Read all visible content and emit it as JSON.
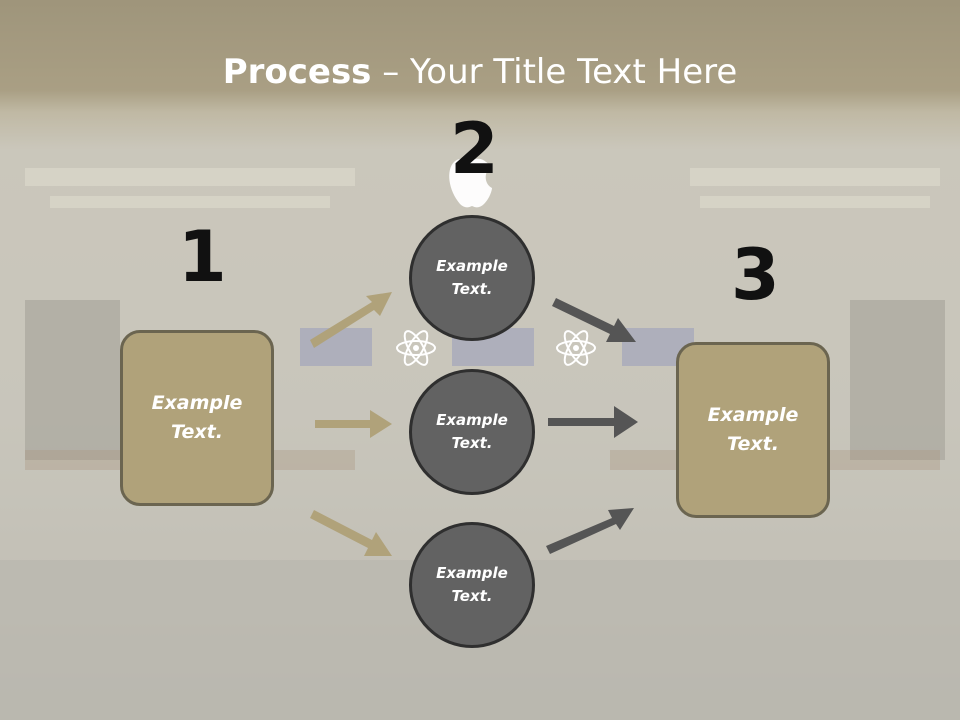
{
  "slide": {
    "title_bold": "Process",
    "title_rest": " – Your Title Text Here",
    "numbers": [
      "1",
      "2",
      "3"
    ],
    "left_box": "Example\nText.",
    "right_box": "Example\nText.",
    "circles": [
      "Example\nText.",
      "Example\nText.",
      "Example\nText."
    ]
  },
  "colors": {
    "box_fill": "#b0a27a",
    "circle_fill": "#626262",
    "tan_arrow": "#b0a27a",
    "dark_arrow": "#555555"
  },
  "icons": [
    "apple-logo-icon",
    "atom-icon"
  ]
}
